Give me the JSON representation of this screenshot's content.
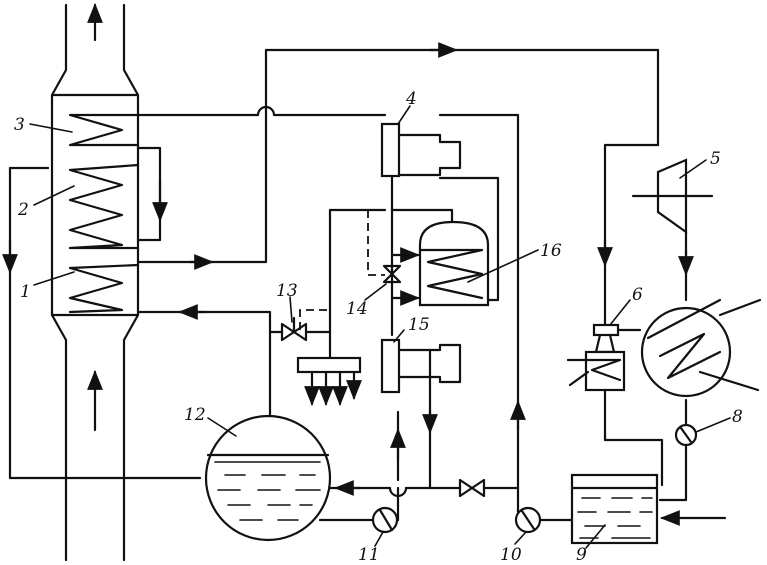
{
  "labels": {
    "l1": "1",
    "l2": "2",
    "l3": "3",
    "l4": "4",
    "l5": "5",
    "l6": "6",
    "l8": "8",
    "l9": "9",
    "l10": "10",
    "l11": "11",
    "l12": "12",
    "l13": "13",
    "l14": "14",
    "l15": "15",
    "l16": "16"
  }
}
